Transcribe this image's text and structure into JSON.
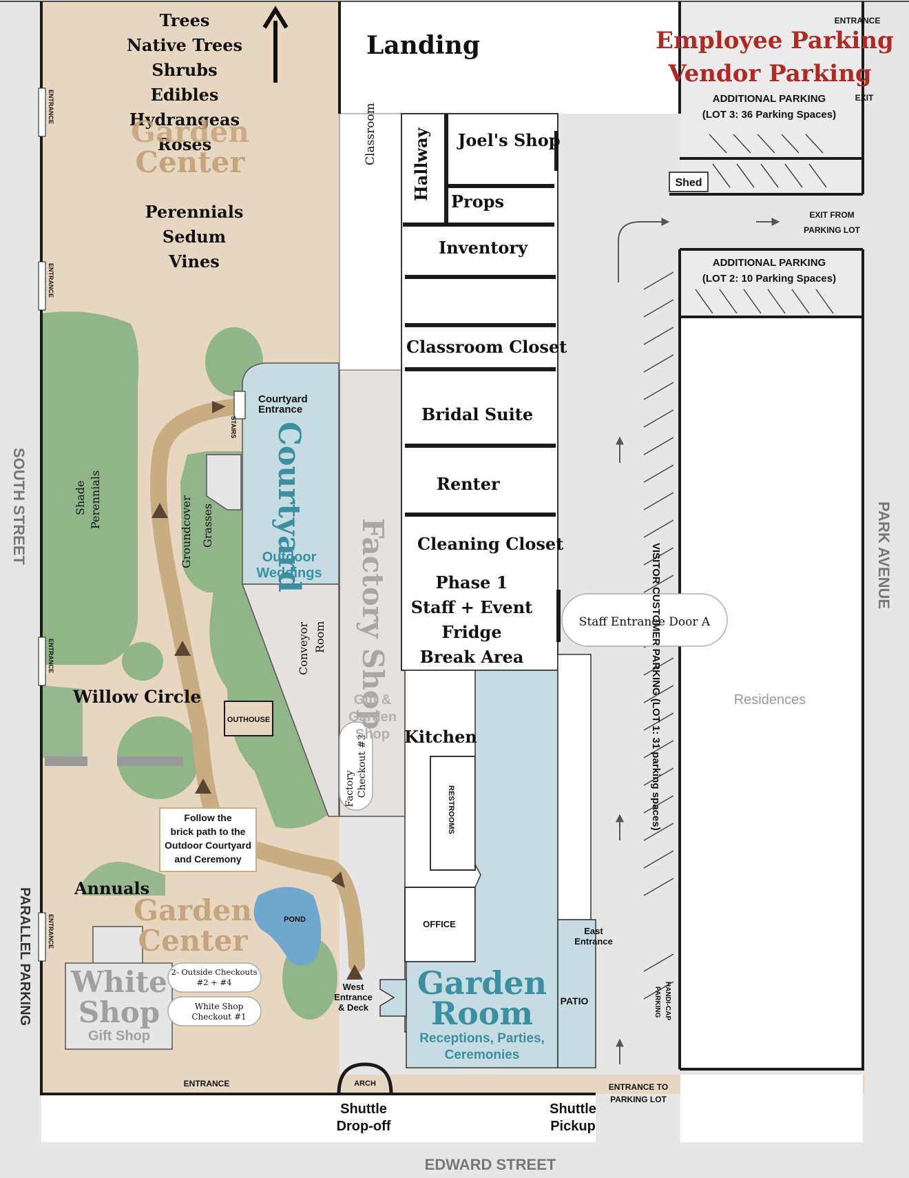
{
  "colors": {
    "background": "#e6e6e6",
    "garden": "#e7d7c0",
    "green": "#8fb589",
    "courtyard": "#c5dde2",
    "factory": "#e4e1de",
    "brick_path": "#c8ad82",
    "pond": "#6fa8cc",
    "accent_red": "#b02a24",
    "teal_text": "#3c8fa0",
    "walls": "#1a1a1a"
  },
  "header": {
    "parking_title_1": "Employee Parking",
    "parking_title_2": "Vendor Parking",
    "landing": "Landing",
    "entrance_top": "ENTRANCE",
    "exit_top": "EXIT"
  },
  "garden_lists": {
    "north": [
      "Trees",
      "Native Trees",
      "Shrubs",
      "Edibles",
      "Hydrangeas",
      "Roses"
    ],
    "middle": [
      "Perennials",
      "Sedum",
      "Vines"
    ]
  },
  "garden_center": {
    "line1": "Garden",
    "line2": "Center"
  },
  "labels": {
    "shade_1": "Shade",
    "shade_2": "Perennials",
    "groundcover": "Groundcover",
    "grasses": "Grasses",
    "willow_circle": "Willow Circle",
    "annuals": "Annuals",
    "outhouse": "OUTHOUSE",
    "pond": "POND",
    "stairs": "STAIRS",
    "arch": "ARCH",
    "brick_note": [
      "Follow the",
      "brick path to the",
      "Outdoor Courtyard",
      "and Ceremony"
    ]
  },
  "rooms": {
    "classroom": "Classroom",
    "hallway": "Hallway",
    "joels_shop": "Joel's Shop",
    "props": "Props",
    "inventory": "Inventory",
    "classroom_closet": "Classroom Closet",
    "bridal_suite": "Bridal Suite",
    "renter": "Renter",
    "cleaning_closet": "Cleaning Closet",
    "phase": [
      "Phase 1",
      "Staff + Event",
      "Fridge",
      "Break Area"
    ],
    "kitchen": "Kitchen",
    "restrooms": "RESTROOMS",
    "office": "OFFICE",
    "patio": "PATIO",
    "conveyor_1": "Conveyor",
    "conveyor_2": "Room"
  },
  "courtyard": {
    "entrance_1": "Courtyard",
    "entrance_2": "Entrance",
    "title": "Courtyard",
    "sub1": "Outdoor",
    "sub2": "Weddings"
  },
  "factory_shop": {
    "title": "Factory Shop",
    "gift": [
      "Gift &",
      "Garden",
      "Shop"
    ],
    "checkout_1": "Factory",
    "checkout_2": "Checkout #3"
  },
  "garden_room": {
    "title1": "Garden",
    "title2": "Room",
    "sub1": "Receptions, Parties,",
    "sub2": "Ceremonies"
  },
  "white_shop": {
    "title1": "White",
    "title2": "Shop",
    "sub": "Gift Shop",
    "outside_checkouts_1": "2- Outside Checkouts",
    "outside_checkouts_2": "#2 + #4",
    "checkout_1": "White Shop",
    "checkout_2": "Checkout #1"
  },
  "entrances": {
    "entrance": "ENTRANCE",
    "west_1": "West",
    "west_2": "Entrance",
    "west_3": "& Deck",
    "east_1": "East",
    "east_2": "Entrance",
    "staff_door": "Staff Entrance Door A"
  },
  "parking": {
    "lot3_1": "ADDITIONAL PARKING",
    "lot3_2": "(LOT 3:  36 Parking Spaces)",
    "shed": "Shed",
    "exit_lot_1": "EXIT FROM",
    "exit_lot_2": "PARKING LOT",
    "lot2_1": "ADDITIONAL PARKING",
    "lot2_2": "(LOT 2: 10 Parking Spaces)",
    "visitor": "VISITOR CUSTOMER PARKING (LOT 1:  31 parking spaces)",
    "handicap_1": "HANDI-CAP",
    "handicap_2": "PARKING",
    "entrance_lot_1": "ENTRANCE TO",
    "entrance_lot_2": "PARKING LOT",
    "residences": "Residences"
  },
  "streets": {
    "south": "SOUTH STREET",
    "parallel": "PARALLEL PARKING",
    "park": "PARK AVENUE",
    "edward": "EDWARD STREET"
  },
  "shuttle": {
    "dropoff_1": "Shuttle",
    "dropoff_2": "Drop-off",
    "pickup_1": "Shuttle",
    "pickup_2": "Pickup"
  }
}
